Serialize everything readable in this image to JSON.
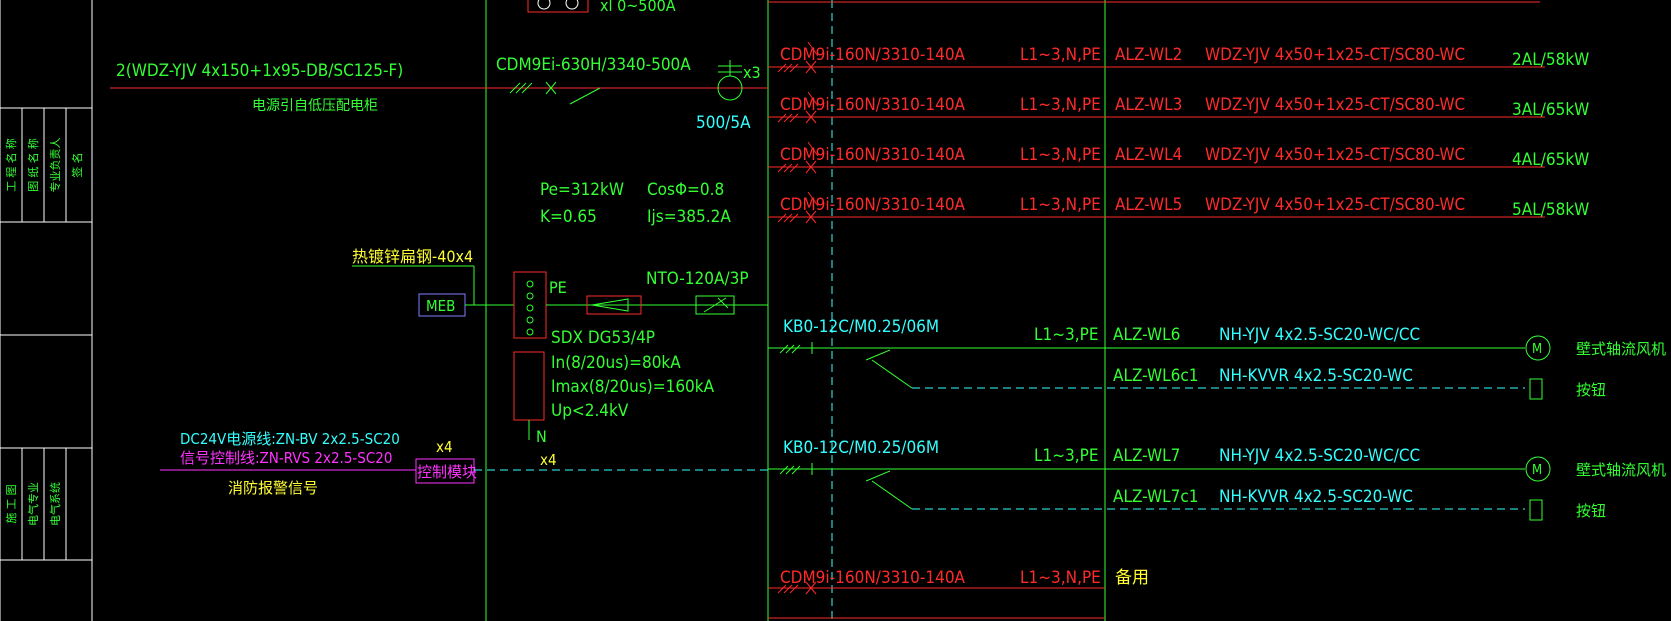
{
  "colors": {
    "background": "#000000",
    "red": "#ff2a2a",
    "green": "#33ff33",
    "yellow": "#ffff33",
    "cyan": "#33ffff",
    "magenta": "#ff33ff",
    "blue": "#8080ff",
    "white": "#ffffff"
  },
  "top_cut": {
    "meter_range": "xl 0~500A"
  },
  "incoming": {
    "cable_spec": "2(WDZ-YJV 4x150+1x95-DB/SC125-F)",
    "source_note": "电源引自低压配电柜",
    "breaker": "CDM9Ei-630H/3340-500A",
    "ct_count": "x3",
    "ct_ratio": "500/5A"
  },
  "load_calc": {
    "pe": "Pe=312kW",
    "cos": "CosΦ=0.8",
    "k": "K=0.65",
    "ijs": "Ijs=385.2A"
  },
  "grounding": {
    "flat_steel": "热镀锌扁钢-40x4",
    "meb": "MEB",
    "pe_label": "PE",
    "n_label": "N"
  },
  "spd": {
    "fuse": "NTO-120A/3P",
    "model": "SDX DG53/4P",
    "in": "In(8/20us)=80kA",
    "imax": "Imax(8/20us)=160kA",
    "up": "Up<2.4kV"
  },
  "fire": {
    "power_line": "DC24V电源线:ZN-BV 2x2.5-SC20",
    "signal_line": "信号控制线:ZN-RVS 2x2.5-SC20",
    "module": "控制模块",
    "signal": "消防报警信号",
    "x4_a": "x4",
    "x4_b": "x4"
  },
  "feeders": [
    {
      "breaker": "CDM9i-160N/3310-140A",
      "phase": "L1~3,N,PE",
      "circuit": "ALZ-WL2",
      "cable": "WDZ-YJV 4x50+1x25-CT/SC80-WC",
      "load": "2AL/58kW"
    },
    {
      "breaker": "CDM9i-160N/3310-140A",
      "phase": "L1~3,N,PE",
      "circuit": "ALZ-WL3",
      "cable": "WDZ-YJV 4x50+1x25-CT/SC80-WC",
      "load": "3AL/65kW"
    },
    {
      "breaker": "CDM9i-160N/3310-140A",
      "phase": "L1~3,N,PE",
      "circuit": "ALZ-WL4",
      "cable": "WDZ-YJV 4x50+1x25-CT/SC80-WC",
      "load": "4AL/65kW"
    },
    {
      "breaker": "CDM9i-160N/3310-140A",
      "phase": "L1~3,N,PE",
      "circuit": "ALZ-WL5",
      "cable": "WDZ-YJV 4x50+1x25-CT/SC80-WC",
      "load": "5AL/58kW"
    }
  ],
  "fan_feeders": [
    {
      "kb": "KB0-12C/M0.25/06M",
      "phase": "L1~3,PE",
      "circuit": "ALZ-WL6",
      "cable": "NH-YJV 4x2.5-SC20-WC/CC",
      "ctrl_circuit": "ALZ-WL6c1",
      "ctrl_cable": "NH-KVVR 4x2.5-SC20-WC",
      "load": "壁式轴流风机",
      "ctrl": "按钮",
      "motor": "M"
    },
    {
      "kb": "KB0-12C/M0.25/06M",
      "phase": "L1~3,PE",
      "circuit": "ALZ-WL7",
      "cable": "NH-YJV 4x2.5-SC20-WC/CC",
      "ctrl_circuit": "ALZ-WL7c1",
      "ctrl_cable": "NH-KVVR 4x2.5-SC20-WC",
      "load": "壁式轴流风机",
      "ctrl": "按钮",
      "motor": "M"
    }
  ],
  "spare": {
    "breaker": "CDM9i-160N/3310-140A",
    "phase": "L1~3,N,PE",
    "label": "备用"
  },
  "title_block": {
    "col1": "工 程 名 称",
    "col2": "图 纸 名 称",
    "col3": "电气系统",
    "col4": "施 工 图",
    "col5": "电气专业",
    "col6": "专业负责人",
    "col7": "签 名"
  }
}
